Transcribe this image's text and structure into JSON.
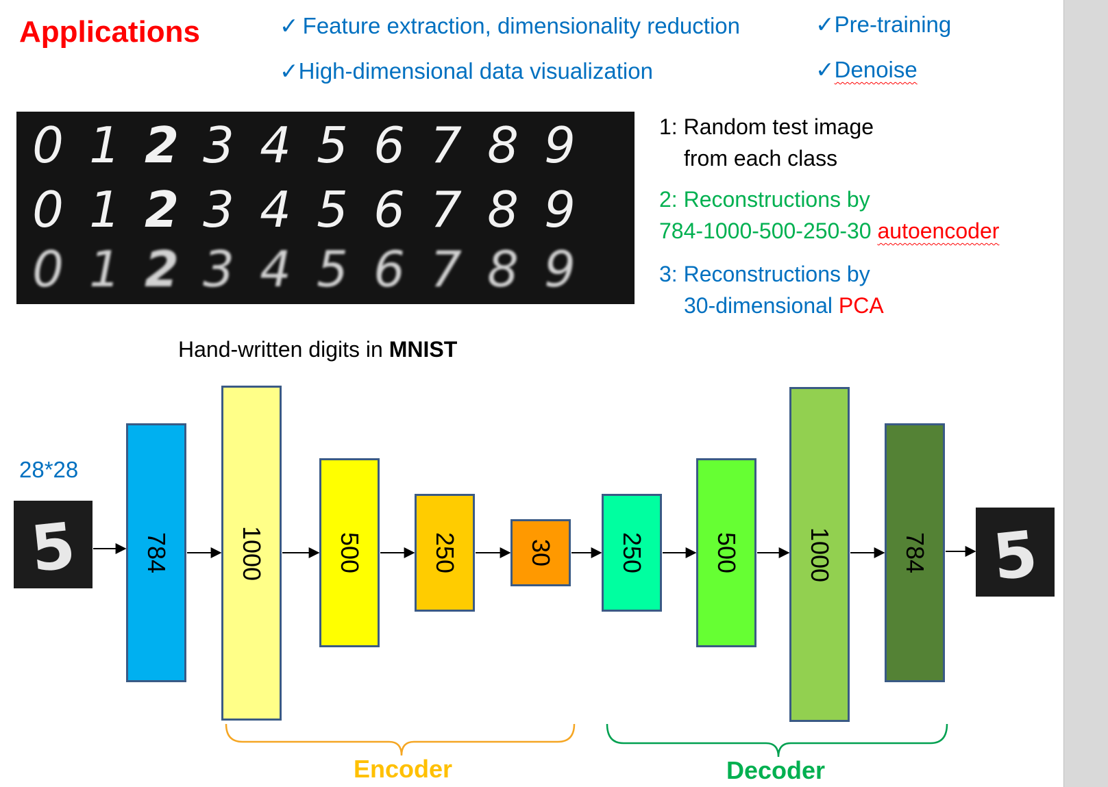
{
  "title": "Applications",
  "applications": [
    {
      "check": "✓",
      "text": "Feature extraction, dimensionality reduction"
    },
    {
      "check": "✓",
      "text": "Pre-training"
    },
    {
      "check": "✓",
      "text": "High-dimensional data visualization"
    },
    {
      "check": "✓",
      "text": "Denoise"
    }
  ],
  "digit_rows": [
    [
      "0",
      "1",
      "2",
      "3",
      "4",
      "5",
      "6",
      "7",
      "8",
      "9"
    ],
    [
      "0",
      "1",
      "2",
      "3",
      "4",
      "5",
      "6",
      "7",
      "8",
      "9"
    ],
    [
      "0",
      "1",
      "2",
      "3",
      "4",
      "5",
      "6",
      "7",
      "8",
      "9"
    ]
  ],
  "legend": {
    "row1_line1": "1: Random test image",
    "row1_line2": "from each class",
    "row2_line1": "2: Reconstructions by",
    "row2_line2": "784-1000-500-250-30",
    "row2_highlight": "autoencoder",
    "row3_line1": "3: Reconstructions by",
    "row3_line2": "30-dimensional",
    "row3_highlight": "PCA"
  },
  "caption": {
    "prefix": "Hand-written digits in",
    "bold": "MNIST"
  },
  "input_size": "28*28",
  "input_digit": "5",
  "output_digit": "5",
  "layers": [
    {
      "label": "784",
      "color": "#00b0f0"
    },
    {
      "label": "1000",
      "color": "#ffff88"
    },
    {
      "label": "500",
      "color": "#ffff00"
    },
    {
      "label": "250",
      "color": "#ffcc00"
    },
    {
      "label": "30",
      "color": "#ff9900"
    },
    {
      "label": "250",
      "color": "#00ffa0"
    },
    {
      "label": "500",
      "color": "#66ff33"
    },
    {
      "label": "1000",
      "color": "#92d050"
    },
    {
      "label": "784",
      "color": "#548235"
    }
  ],
  "groups": [
    {
      "label": "Encoder",
      "color": "#ffc000",
      "bracket_color": "#f5a623"
    },
    {
      "label": "Decoder",
      "color": "#00b050",
      "bracket_color": "#00a050"
    }
  ]
}
